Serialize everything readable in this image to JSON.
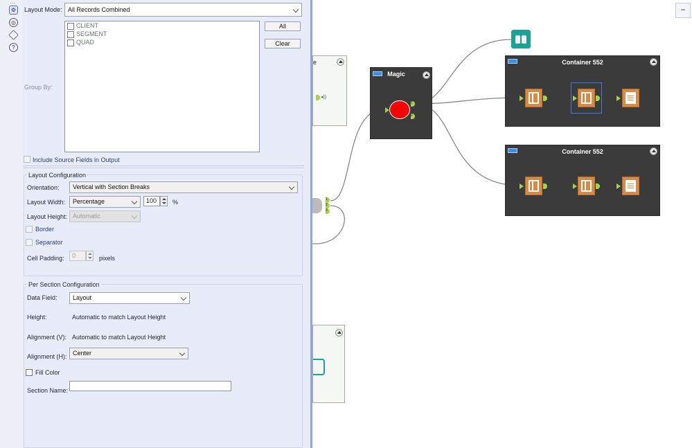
{
  "config": {
    "layout_mode_label": "Layout Mode:",
    "layout_mode_value": "All Records Combined",
    "group_by_label": "Group By:",
    "group_by_fields": [
      "CLIENT",
      "SEGMENT",
      "QUAD"
    ],
    "all_button": "All",
    "clear_button": "Clear",
    "include_source_label": "Include Source Fields in Output",
    "layout_config": {
      "section_title": "Layout Configuration",
      "orientation_label": "Orientation:",
      "orientation_value": "Vertical with Section Breaks",
      "width_label": "Layout Width:",
      "width_mode": "Percentage",
      "width_value": "100",
      "width_unit": "%",
      "height_label": "Layout Height:",
      "height_value": "Automatic",
      "border_label": "Border",
      "separator_label": "Separator",
      "padding_label": "Cell Padding:",
      "padding_value": "0",
      "padding_unit": "pixels"
    },
    "section_config": {
      "section_title": "Per Section Configuration",
      "data_field_label": "Data Field:",
      "data_field_value": "Layout",
      "height_label": "Height:",
      "height_value": "Automatic to match Layout Height",
      "align_v_label": "Alignment (V):",
      "align_v_value": "Automatic to match Layout Height",
      "align_h_label": "Alignment (H):",
      "align_h_value": "Center",
      "fill_color_label": "Fill Color",
      "section_name_label": "Section Name:",
      "section_name_value": ""
    }
  },
  "canvas": {
    "partial_container_label": "e",
    "magic_container_title": "Magic",
    "container_a_title": "Container 552",
    "container_b_title": "Container 552",
    "anchor_labels": [
      "T",
      "F",
      "1",
      "2",
      "3"
    ],
    "minimize_symbol": "−"
  },
  "colors": {
    "panel_bg": "#e8ecf8",
    "container_bg": "#3b3b3b",
    "tool_orange": "#d58a45",
    "browse_teal": "#1aa394",
    "filter_red": "#ff0000",
    "anchor_green": "#a9d24c"
  },
  "icons": [
    "gear-icon",
    "target-icon",
    "tag-icon",
    "help-icon",
    "binoculars-icon",
    "layout-tool-icon",
    "report-text-icon",
    "filter-tool-icon"
  ]
}
